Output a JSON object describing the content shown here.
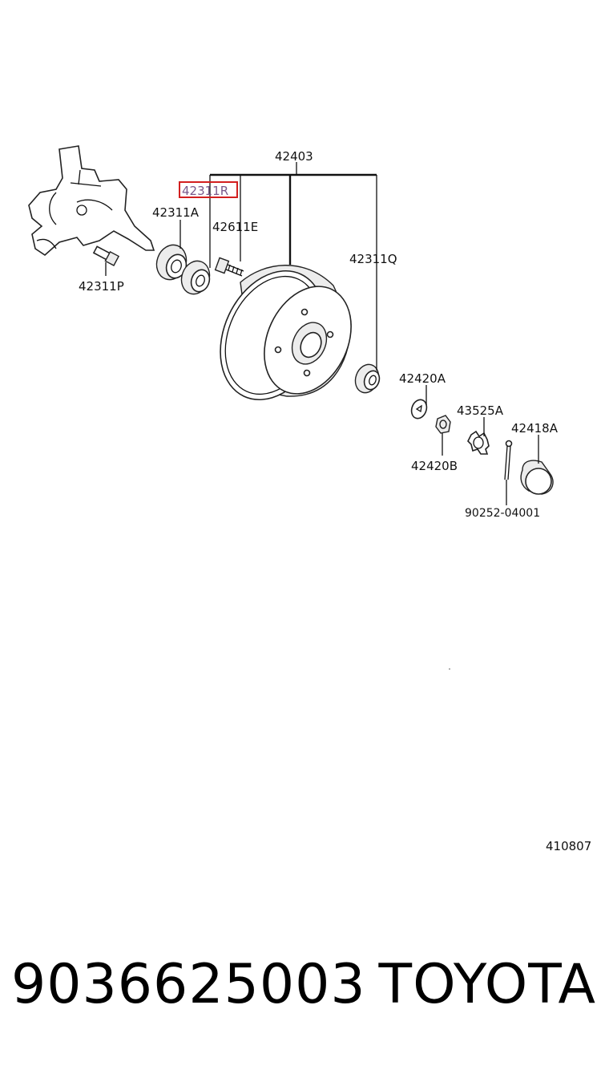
{
  "diagram": {
    "labels": {
      "assembly": "42403",
      "highlighted": "42311R",
      "bearing_a": "42311A",
      "hub_bolt": "42611E",
      "bearing_q": "42311Q",
      "bolt_p": "42311P",
      "washer": "42420A",
      "nut_lock": "43525A",
      "cap": "42418A",
      "nut": "42420B",
      "cotter_pin": "90252-04001",
      "diagram_code": "410807"
    },
    "highlight_color": "#d21f1f"
  },
  "footer": {
    "part_number": "9036625003",
    "brand": "TOYOTA"
  }
}
